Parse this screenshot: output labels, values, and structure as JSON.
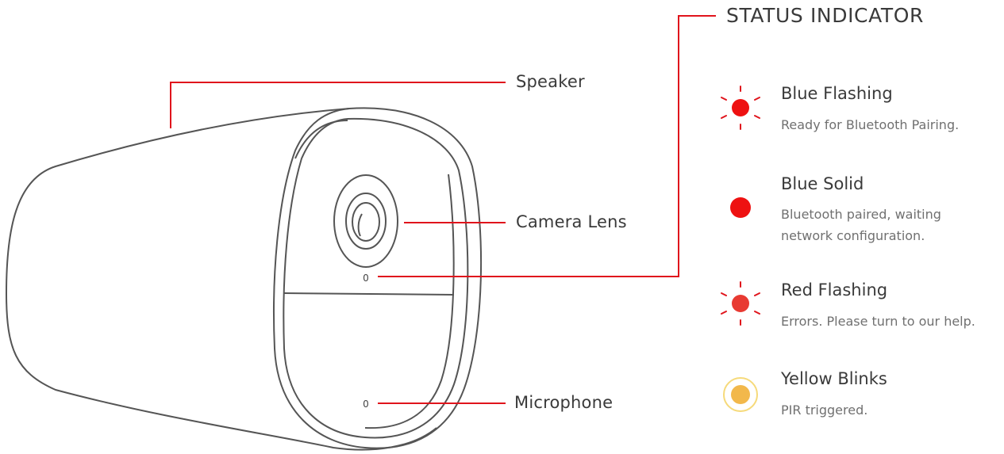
{
  "title": "STATUS INDICATOR",
  "colors": {
    "leader_line": "#e0141c",
    "outline": "#555555",
    "led_red": "#ee1111",
    "led_red_flash": "#e83a32",
    "led_yellow": "#f2b84b",
    "led_yellow_ring": "#f6da7a"
  },
  "callouts": {
    "speaker": "Speaker",
    "camera_lens": "Camera Lens",
    "microphone": "Microphone",
    "led_marker": "0",
    "mic_marker": "0"
  },
  "statuses": [
    {
      "name": "Blue Flashing",
      "description": [
        "Ready for Bluetooth Pairing."
      ],
      "icon": "flashing-led-icon"
    },
    {
      "name": "Blue Solid",
      "description": [
        "Bluetooth paired, waiting",
        "network configuration."
      ],
      "icon": "solid-led-icon"
    },
    {
      "name": "Red Flashing",
      "description": [
        "Errors. Please turn to our help."
      ],
      "icon": "flashing-led-icon"
    },
    {
      "name": "Yellow Blinks",
      "description": [
        "PIR triggered."
      ],
      "icon": "ring-led-icon"
    }
  ]
}
